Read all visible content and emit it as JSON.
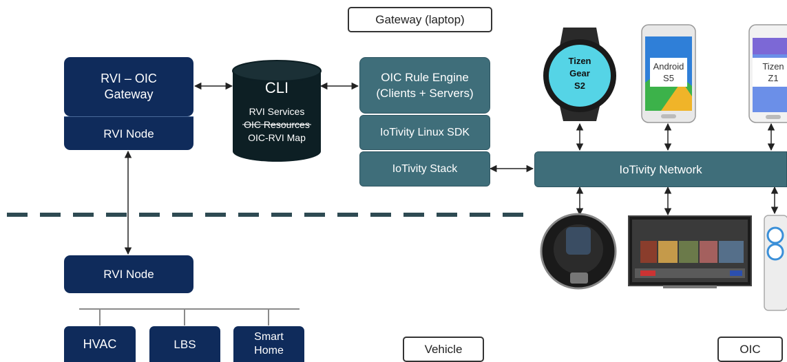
{
  "labels": {
    "gateway": "Gateway (laptop)",
    "vehicle": "Vehicle",
    "oic": "OIC"
  },
  "gateway_side": {
    "rvi_oic_gateway_line1": "RVI – OIC",
    "rvi_oic_gateway_line2": "Gateway",
    "rvi_node_top": "RVI Node",
    "cli": {
      "title": "CLI",
      "line1": "RVI Services",
      "line2": "OIC Resources",
      "line3": "OIC-RVI Map"
    },
    "rule_engine_line1": "OIC Rule Engine",
    "rule_engine_line2": "(Clients + Servers)",
    "linux_sdk": "IoTivity Linux SDK",
    "stack": "IoTivity Stack"
  },
  "network": "IoTivity Network",
  "devices": {
    "watch_line1": "Tizen",
    "watch_line2": "Gear",
    "watch_line3": "S2",
    "phone1_line1": "Android",
    "phone1_line2": "S5",
    "phone2_line1": "Tizen",
    "phone2_line2": "Z1"
  },
  "vehicle_side": {
    "rvi_node_bottom": "RVI Node",
    "hvac": "HVAC",
    "lbs": "LBS",
    "smart_home_line1": "Smart",
    "smart_home_line2": "Home"
  },
  "colors": {
    "navy": "#0f2b5b",
    "teal": "#3f6e7a",
    "watch_face": "#55d4e6",
    "dashed_divider": "#2e4a52"
  }
}
